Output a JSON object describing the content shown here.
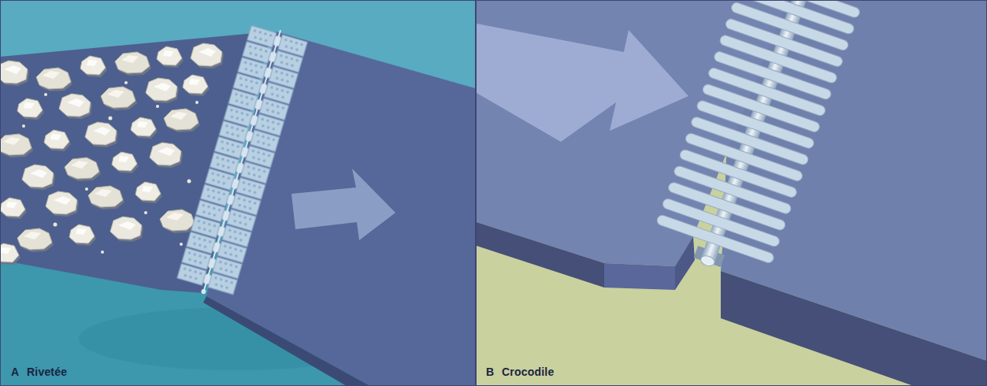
{
  "diagram": {
    "labels": [
      "A",
      "Rivetée",
      "B",
      "Crocodile"
    ]
  }
}
